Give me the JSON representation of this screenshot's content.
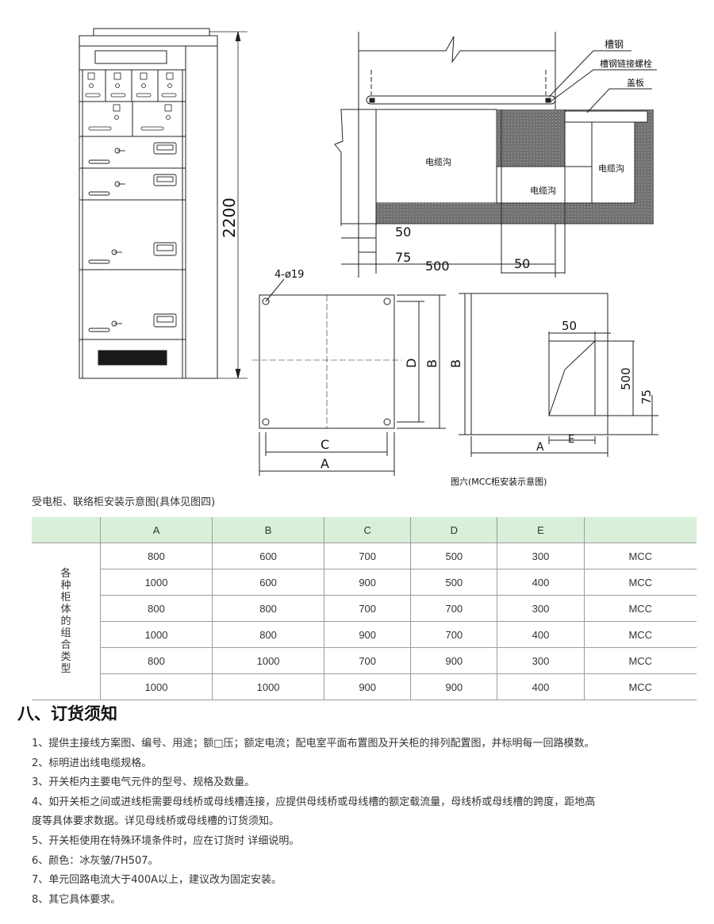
{
  "drawing": {
    "cabinet_height": "2200",
    "labels": {
      "channel_steel": "槽钢",
      "channel_bolt": "槽钢链接螺栓",
      "cover_plate": "盖板",
      "cable_trench": "电缆沟"
    },
    "dims": {
      "d50": "50",
      "d75": "75",
      "d500": "500",
      "holes": "4-ø19",
      "A": "A",
      "B": "B",
      "C": "C",
      "D": "D",
      "E": "E"
    },
    "figure_caption": "图六(MCC柜安装示意图)"
  },
  "caption": "受电柜、联络柜安装示意图(具体见图四)",
  "table": {
    "headers": [
      "",
      "A",
      "B",
      "C",
      "D",
      "E",
      ""
    ],
    "row_group_label": "各种柜体的组合类型",
    "rows": [
      [
        "800",
        "600",
        "700",
        "500",
        "300",
        "MCC"
      ],
      [
        "1000",
        "600",
        "900",
        "500",
        "400",
        "MCC"
      ],
      [
        "800",
        "800",
        "700",
        "700",
        "300",
        "MCC"
      ],
      [
        "1000",
        "800",
        "900",
        "700",
        "400",
        "MCC"
      ],
      [
        "800",
        "1000",
        "700",
        "900",
        "300",
        "MCC"
      ],
      [
        "1000",
        "1000",
        "900",
        "900",
        "400",
        "MCC"
      ]
    ]
  },
  "section_title": "八、订货须知",
  "notes": [
    "1、提供主接线方案图、编号、用途；额□压；额定电流；配电室平面布置图及开关柜的排列配置图，并标明每一回路模数。",
    "2、标明进出线电缆规格。",
    "3、开关柜内主要电气元件的型号、规格及数量。",
    "4、如开关柜之间或进线柜需要母线桥或母线槽连接，应提供母线桥或母线槽的额定载流量，母线桥或母线槽的跨度，距地高",
    "度等具体要求数据。详见母线桥或母线槽的订货须知。",
    "5、开关柜使用在特殊环境条件时，应在订货时 详细说明。",
    "6、颜色：冰灰皱/7H507。",
    "7、单元回路电流大于400A以上，建议改为固定安装。",
    "8、其它具体要求。"
  ]
}
